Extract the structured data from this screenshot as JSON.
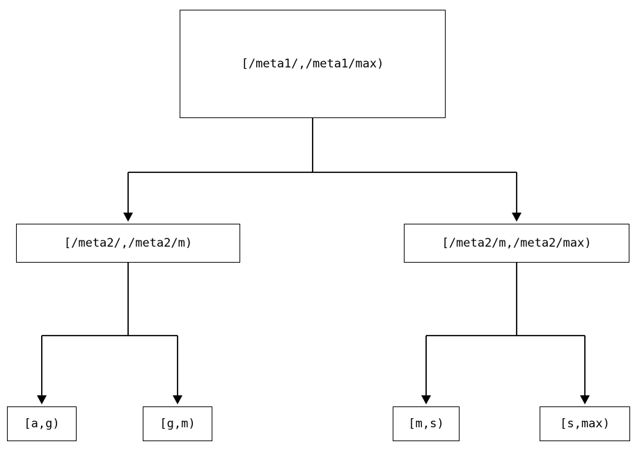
{
  "diagram": {
    "type": "tree",
    "root": {
      "label": "[/meta1/,/meta1/max)"
    },
    "children": [
      {
        "label": "[/meta2/,/meta2/m)",
        "children": [
          {
            "label": "[a,g)"
          },
          {
            "label": "[g,m)"
          }
        ]
      },
      {
        "label": "[/meta2/m,/meta2/max)",
        "children": [
          {
            "label": "[m,s)"
          },
          {
            "label": "[s,max)"
          }
        ]
      }
    ],
    "colors": {
      "background": "#ffffff",
      "box_border": "#000000",
      "line": "#000000",
      "text": "#000000"
    }
  }
}
